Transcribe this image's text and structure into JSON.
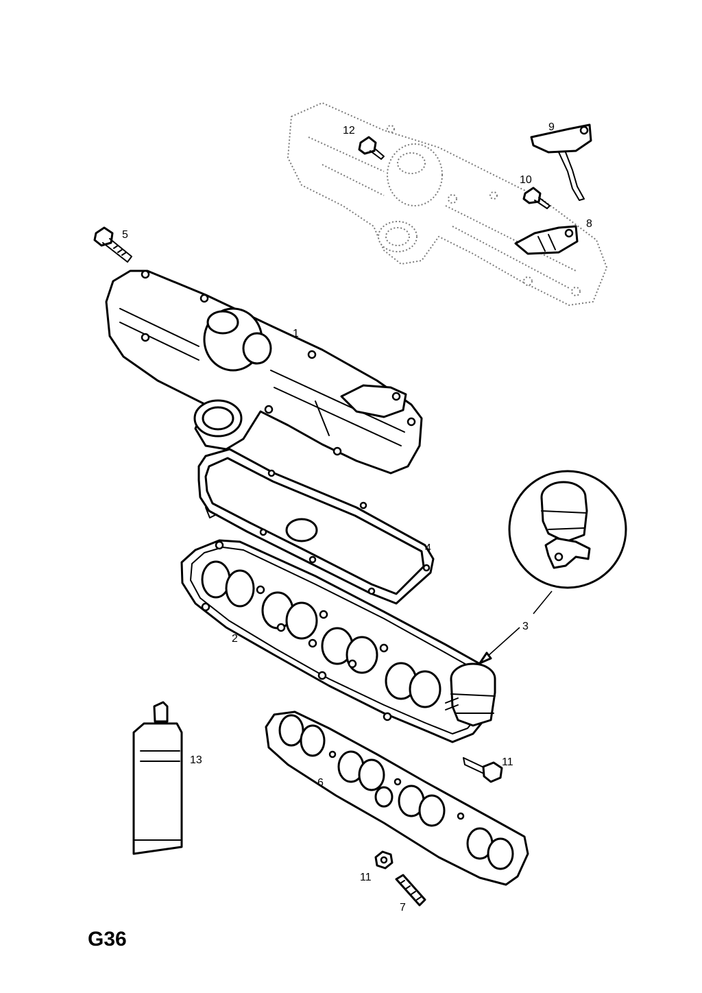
{
  "diagram": {
    "code": "G36",
    "callouts": {
      "c1": "1",
      "c2": "2",
      "c3": "3",
      "c4": "4",
      "c5": "5",
      "c6": "6",
      "c7": "7",
      "c8": "8",
      "c9": "9",
      "c10": "10",
      "c11a": "11",
      "c11b": "11",
      "c12": "12",
      "c13": "13"
    }
  }
}
